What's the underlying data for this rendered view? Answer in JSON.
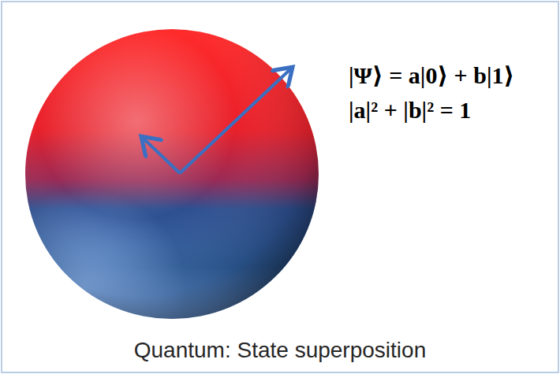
{
  "diagram": {
    "caption": "Quantum: State superposition",
    "labels": [
      "|Ψ⟩ = a|0⟩ + b|1⟩",
      "|a|² + |b|² = 1"
    ]
  }
}
